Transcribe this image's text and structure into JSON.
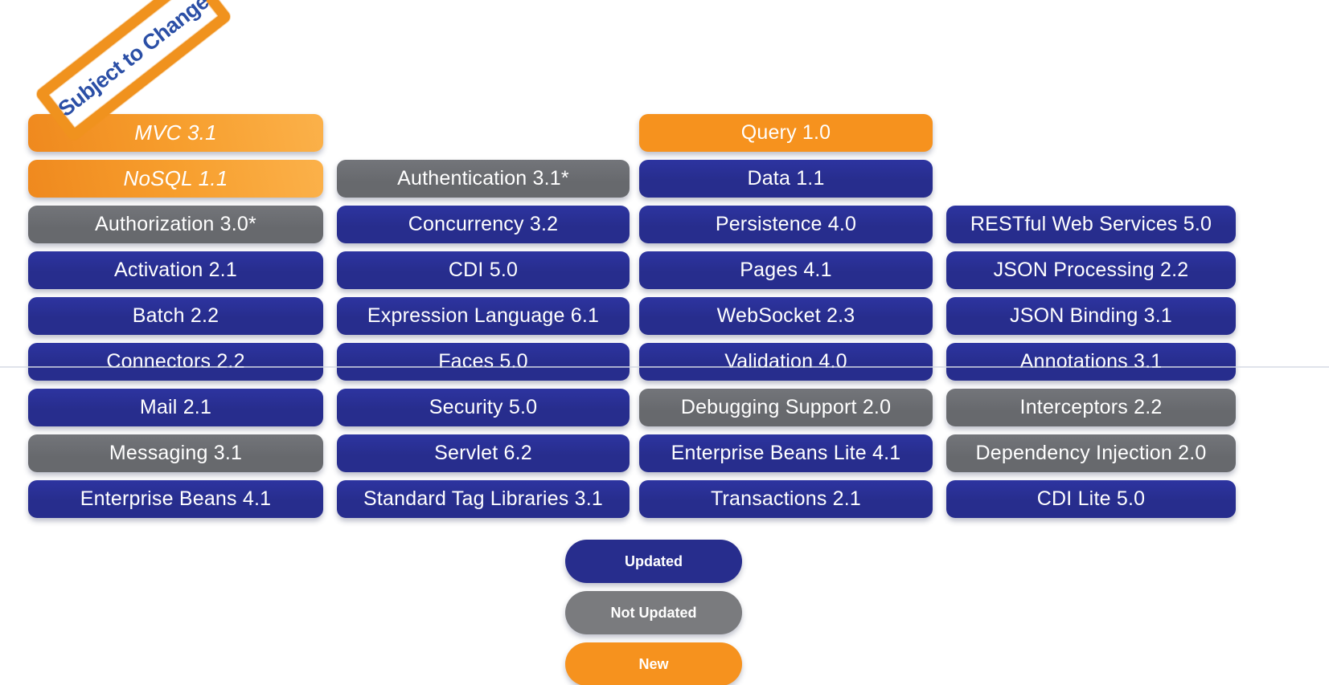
{
  "stamp": {
    "text": "Subject to Change"
  },
  "colors": {
    "updated": "#272d8d",
    "not_updated": "#67696d",
    "legend_not_updated": "#7a7b7e",
    "new": "#f6921e",
    "new_grad_start": "#ef891e",
    "new_grad_end": "#fbb14a",
    "stamp_border": "#f0921e",
    "stamp_text": "#2b4fa6",
    "artifact_line": "#d5dae4"
  },
  "columns": [
    {
      "items": [
        {
          "label": "MVC 3.1",
          "status": "new",
          "variant": "new_gradient",
          "italic": true
        },
        {
          "label": "NoSQL 1.1",
          "status": "new",
          "variant": "new_gradient",
          "italic": true
        },
        {
          "label": "Authorization 3.0*",
          "status": "not_updated"
        },
        {
          "label": "Activation 2.1",
          "status": "updated"
        },
        {
          "label": "Batch 2.2",
          "status": "updated"
        },
        {
          "label": "Connectors 2.2",
          "status": "updated"
        },
        {
          "label": "Mail 2.1",
          "status": "updated"
        },
        {
          "label": "Messaging 3.1",
          "status": "not_updated"
        },
        {
          "label": "Enterprise Beans 4.1",
          "status": "updated"
        }
      ]
    },
    {
      "items": [
        {
          "label": "Authentication 3.1*",
          "status": "not_updated"
        },
        {
          "label": "Concurrency 3.2",
          "status": "updated"
        },
        {
          "label": "CDI 5.0",
          "status": "updated"
        },
        {
          "label": "Expression Language 6.1",
          "status": "updated"
        },
        {
          "label": "Faces 5.0",
          "status": "updated"
        },
        {
          "label": "Security 5.0",
          "status": "updated"
        },
        {
          "label": "Servlet 6.2",
          "status": "updated"
        },
        {
          "label": "Standard Tag Libraries 3.1",
          "status": "updated"
        }
      ]
    },
    {
      "items": [
        {
          "label": "Query 1.0",
          "status": "new"
        },
        {
          "label": "Data 1.1",
          "status": "updated"
        },
        {
          "label": "Persistence 4.0",
          "status": "updated"
        },
        {
          "label": "Pages 4.1",
          "status": "updated"
        },
        {
          "label": "WebSocket 2.3",
          "status": "updated"
        },
        {
          "label": "Validation 4.0",
          "status": "updated"
        },
        {
          "label": "Debugging Support 2.0",
          "status": "not_updated"
        },
        {
          "label": "Enterprise Beans Lite 4.1",
          "status": "updated"
        },
        {
          "label": "Transactions 2.1",
          "status": "updated"
        }
      ]
    },
    {
      "items": [
        {
          "label": "RESTful Web Services 5.0",
          "status": "updated"
        },
        {
          "label": "JSON Processing 2.2",
          "status": "updated"
        },
        {
          "label": "JSON Binding 3.1",
          "status": "updated"
        },
        {
          "label": "Annotations 3.1",
          "status": "updated"
        },
        {
          "label": "Interceptors 2.2",
          "status": "not_updated"
        },
        {
          "label": "Dependency Injection 2.0",
          "status": "not_updated"
        },
        {
          "label": "CDI Lite 5.0",
          "status": "updated"
        }
      ]
    }
  ],
  "legend": {
    "items": [
      {
        "label": "Updated",
        "status": "updated"
      },
      {
        "label": "Not Updated",
        "status": "not_updated"
      },
      {
        "label": "New",
        "status": "new"
      }
    ]
  }
}
